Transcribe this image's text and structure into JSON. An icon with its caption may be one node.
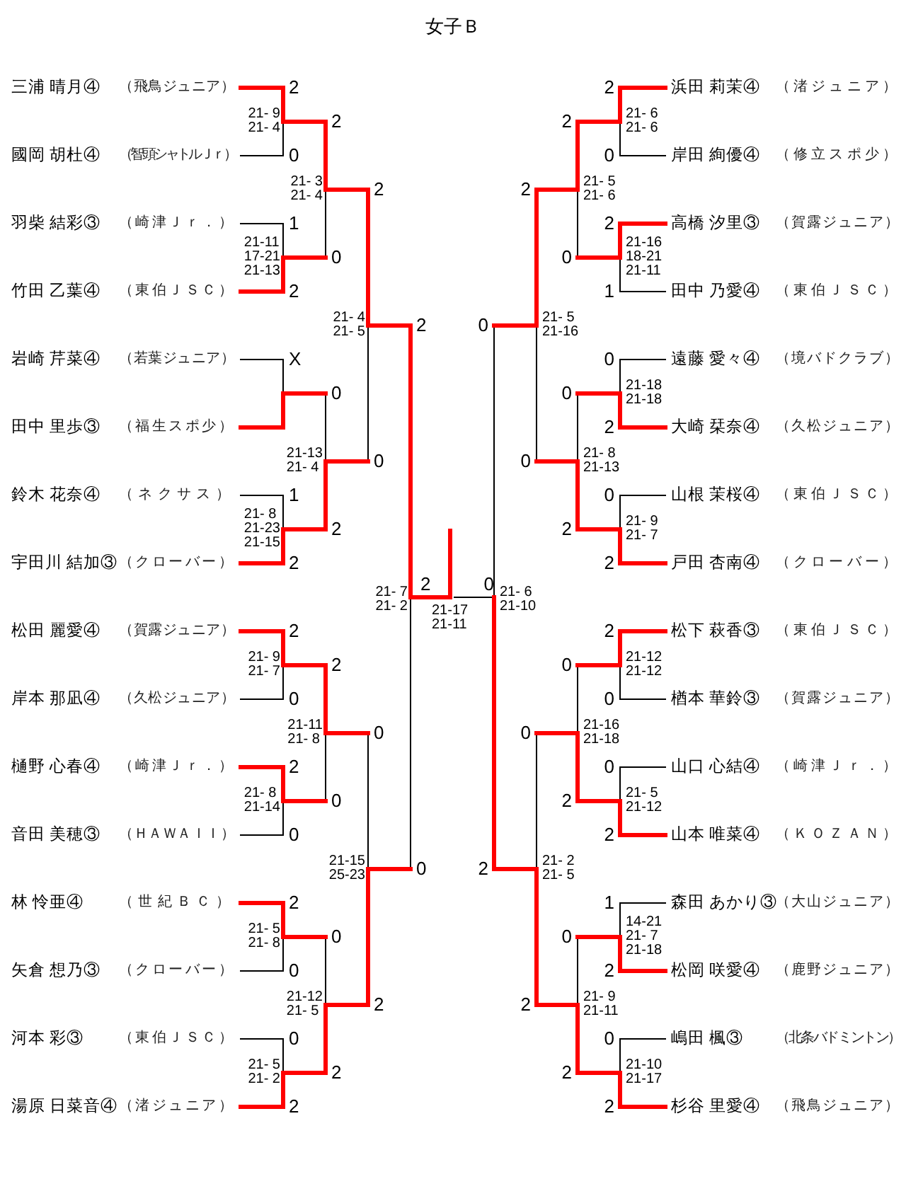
{
  "diagram": {
    "title": "女子Ｂ",
    "nodes": [
      {
        "text": [
          "三浦 晴月④",
          "（飛鳥ジュニア）"
        ]
      },
      {
        "text": [
          "國岡 胡杜④",
          "（智頭シャトルＪｒ）"
        ]
      },
      {
        "text": [
          "羽柴 結彩③",
          "（崎津Ｊｒ．）"
        ]
      },
      {
        "text": [
          "竹田 乙葉④",
          "（東伯ＪＳＣ）"
        ]
      },
      {
        "text": [
          "岩崎 芹菜④",
          "（若葉ジュニア）"
        ]
      },
      {
        "text": [
          "田中 里歩③",
          "（福生スポ少）"
        ]
      },
      {
        "text": [
          "鈴木 花奈④",
          "（ネクサス）"
        ]
      },
      {
        "text": [
          "宇田川 結加③",
          "（クローバー）"
        ]
      },
      {
        "text": [
          "松田 麗愛④",
          "（賀露ジュニア）"
        ]
      },
      {
        "text": [
          "岸本 那凪④",
          "（久松ジュニア）"
        ]
      },
      {
        "text": [
          "樋野 心春④",
          "（崎津Ｊｒ．）"
        ]
      },
      {
        "text": [
          "音田 美穂③",
          "（ＨＡＷＡＩＩ）"
        ]
      },
      {
        "text": [
          "林 怜亜④",
          "（世紀ＢＣ）"
        ]
      },
      {
        "text": [
          "矢倉 想乃③",
          "（クローバー）"
        ]
      },
      {
        "text": [
          "河本 彩③",
          "（東伯ＪＳＣ）"
        ]
      },
      {
        "text": [
          "湯原 日菜音④",
          "（渚ジュニア）"
        ]
      },
      {
        "text": [
          "浜田 莉茉④",
          "（渚ジュニア）"
        ]
      },
      {
        "text": [
          "岸田 絢優④",
          "（修立スポ少）"
        ]
      },
      {
        "text": [
          "高橋 汐里③",
          "（賀露ジュニア）"
        ]
      },
      {
        "text": [
          "田中 乃愛④",
          "（東伯ＪＳＣ）"
        ]
      },
      {
        "text": [
          "遠藤 愛々④",
          "（境バドクラブ）"
        ]
      },
      {
        "text": [
          "大崎 栞奈④",
          "（久松ジュニア）"
        ]
      },
      {
        "text": [
          "山根 茉桜④",
          "（東伯ＪＳＣ）"
        ]
      },
      {
        "text": [
          "戸田 杏南④",
          "（クローバー）"
        ]
      },
      {
        "text": [
          "松下 萩香③",
          "（東伯ＪＳＣ）"
        ]
      },
      {
        "text": [
          "楢本 華鈴③",
          "（賀露ジュニア）"
        ]
      },
      {
        "text": [
          "山口 心結④",
          "（崎津Ｊｒ．）"
        ]
      },
      {
        "text": [
          "山本 唯菜④",
          "（ＫＯＺＡＮ）"
        ]
      },
      {
        "text": [
          "森田 あかり③",
          "（大山ジュニア）"
        ]
      },
      {
        "text": [
          "松岡 咲愛④",
          "（鹿野ジュニア）"
        ]
      },
      {
        "text": [
          "嶋田 楓③",
          "（北条バドミントン）"
        ]
      },
      {
        "text": [
          "杉谷 里愛④",
          "（飛鳥ジュニア）"
        ]
      },
      {
        "text": [
          "2"
        ]
      },
      {
        "text": [
          "0"
        ]
      },
      {
        "text": [
          "1"
        ]
      },
      {
        "text": [
          "2"
        ]
      },
      {
        "text": [
          "X"
        ]
      },
      {
        "text": [
          "1"
        ]
      },
      {
        "text": [
          "2"
        ]
      },
      {
        "text": [
          "2"
        ]
      },
      {
        "text": [
          "0"
        ]
      },
      {
        "text": [
          "2"
        ]
      },
      {
        "text": [
          "0"
        ]
      },
      {
        "text": [
          "2"
        ]
      },
      {
        "text": [
          "0"
        ]
      },
      {
        "text": [
          "0"
        ]
      },
      {
        "text": [
          "2"
        ]
      },
      {
        "text": [
          "2"
        ],
        "beside": [
          "21- 9",
          "21- 4"
        ]
      },
      {
        "text": [
          "0"
        ],
        "beside": [
          "21-11",
          "17-21",
          "21-13"
        ]
      },
      {
        "text": [
          "0"
        ]
      },
      {
        "text": [
          "2"
        ],
        "beside": [
          "21- 8",
          "21-23",
          "21-15"
        ]
      },
      {
        "text": [
          "2"
        ],
        "beside": [
          "21- 9",
          "21- 7"
        ]
      },
      {
        "text": [
          "0"
        ],
        "beside": [
          "21- 8",
          "21-14"
        ]
      },
      {
        "text": [
          "0"
        ],
        "beside": [
          "21- 5",
          "21- 8"
        ]
      },
      {
        "text": [
          "2"
        ],
        "beside": [
          "21- 5",
          "21- 2"
        ]
      },
      {
        "text": [
          "2"
        ],
        "beside": [
          "21- 3",
          "21- 4"
        ]
      },
      {
        "text": [
          "0"
        ],
        "beside": [
          "21-13",
          "21- 4"
        ]
      },
      {
        "text": [
          "0"
        ],
        "beside": [
          "21-11",
          "21- 8"
        ]
      },
      {
        "text": [
          "2"
        ],
        "beside": [
          "21-12",
          "21- 5"
        ]
      },
      {
        "text": [
          "2"
        ],
        "beside": [
          "21- 4",
          "21- 5"
        ]
      },
      {
        "text": [
          "0"
        ],
        "beside": [
          "21-15",
          "25-23"
        ]
      },
      {
        "text": [
          "2"
        ],
        "beside": [
          "21- 7",
          "21- 2"
        ]
      },
      {
        "text": [
          "2"
        ]
      },
      {
        "text": [
          "0"
        ]
      },
      {
        "text": [
          "2"
        ]
      },
      {
        "text": [
          "1"
        ]
      },
      {
        "text": [
          "0"
        ]
      },
      {
        "text": [
          "2"
        ]
      },
      {
        "text": [
          "0"
        ]
      },
      {
        "text": [
          "2"
        ]
      },
      {
        "text": [
          "2"
        ]
      },
      {
        "text": [
          "0"
        ]
      },
      {
        "text": [
          "0"
        ]
      },
      {
        "text": [
          "2"
        ]
      },
      {
        "text": [
          "1"
        ]
      },
      {
        "text": [
          "2"
        ]
      },
      {
        "text": [
          "0"
        ]
      },
      {
        "text": [
          "2"
        ]
      },
      {
        "text": [
          "2"
        ],
        "beside": [
          "21- 6",
          "21- 6"
        ]
      },
      {
        "text": [
          "0"
        ],
        "beside": [
          "21-16",
          "18-21",
          "21-11"
        ]
      },
      {
        "text": [
          "0"
        ],
        "beside": [
          "21-18",
          "21-18"
        ]
      },
      {
        "text": [
          "2"
        ],
        "beside": [
          "21- 9",
          "21- 7"
        ]
      },
      {
        "text": [
          "0"
        ],
        "beside": [
          "21-12",
          "21-12"
        ]
      },
      {
        "text": [
          "2"
        ],
        "beside": [
          "21- 5",
          "21-12"
        ]
      },
      {
        "text": [
          "0"
        ],
        "beside": [
          "14-21",
          "21- 7",
          "21-18"
        ]
      },
      {
        "text": [
          "2"
        ],
        "beside": [
          "21-10",
          "21-17"
        ]
      },
      {
        "text": [
          "2"
        ],
        "beside": [
          "21- 5",
          "21- 6"
        ]
      },
      {
        "text": [
          "0"
        ],
        "beside": [
          "21- 8",
          "21-13"
        ]
      },
      {
        "text": [
          "0"
        ],
        "beside": [
          "21-16",
          "21-18"
        ]
      },
      {
        "text": [
          "2"
        ],
        "beside": [
          "21- 9",
          "21-11"
        ]
      },
      {
        "text": [
          "0"
        ],
        "beside": [
          "21- 5",
          "21-16"
        ]
      },
      {
        "text": [
          "2"
        ],
        "beside": [
          "21- 2",
          "21- 5"
        ]
      },
      {
        "text": [
          "0"
        ],
        "beside": [
          "21- 6",
          "21-10"
        ]
      }
    ],
    "edges": [
      {
        "from": 0,
        "to": 32,
        "arrow": "none",
        "style": "thick",
        "color": "#ff0000"
      },
      {
        "from": 1,
        "to": 33,
        "arrow": "none",
        "color": "#000000"
      },
      {
        "from": 2,
        "to": 34,
        "arrow": "none",
        "color": "#000000"
      },
      {
        "from": 3,
        "to": 35,
        "arrow": "none",
        "style": "thick",
        "color": "#ff0000"
      },
      {
        "from": 4,
        "to": 36,
        "arrow": "none",
        "color": "#000000"
      },
      {
        "from": 5,
        "to": 49,
        "arrow": "none",
        "style": "thick",
        "color": "#ff0000"
      },
      {
        "from": 6,
        "to": 37,
        "arrow": "none",
        "color": "#000000"
      },
      {
        "from": 7,
        "to": 38,
        "arrow": "none",
        "style": "thick",
        "color": "#ff0000"
      },
      {
        "from": 8,
        "to": 39,
        "arrow": "none",
        "style": "thick",
        "color": "#ff0000"
      },
      {
        "from": 9,
        "to": 40,
        "arrow": "none",
        "color": "#000000"
      },
      {
        "from": 10,
        "to": 41,
        "arrow": "none",
        "style": "thick",
        "color": "#ff0000"
      },
      {
        "from": 11,
        "to": 42,
        "arrow": "none",
        "color": "#000000"
      },
      {
        "from": 12,
        "to": 43,
        "arrow": "none",
        "style": "thick",
        "color": "#ff0000"
      },
      {
        "from": 13,
        "to": 44,
        "arrow": "none",
        "color": "#000000"
      },
      {
        "from": 14,
        "to": 45,
        "arrow": "none",
        "color": "#000000"
      },
      {
        "from": 15,
        "to": 46,
        "arrow": "none",
        "style": "thick",
        "color": "#ff0000"
      },
      {
        "from": 32,
        "to": 47,
        "arrow": "none",
        "style": "thick",
        "color": "#ff0000"
      },
      {
        "from": 33,
        "to": 47,
        "arrow": "none",
        "color": "#000000"
      },
      {
        "from": 34,
        "to": 48,
        "arrow": "none",
        "color": "#000000"
      },
      {
        "from": 35,
        "to": 48,
        "arrow": "none",
        "style": "thick",
        "color": "#ff0000"
      },
      {
        "from": 36,
        "to": 49,
        "arrow": "none",
        "color": "#000000"
      },
      {
        "from": 37,
        "to": 50,
        "arrow": "none",
        "color": "#000000"
      },
      {
        "from": 38,
        "to": 50,
        "arrow": "none",
        "style": "thick",
        "color": "#ff0000"
      },
      {
        "from": 39,
        "to": 51,
        "arrow": "none",
        "style": "thick",
        "color": "#ff0000"
      },
      {
        "from": 40,
        "to": 51,
        "arrow": "none",
        "color": "#000000"
      },
      {
        "from": 41,
        "to": 52,
        "arrow": "none",
        "style": "thick",
        "color": "#ff0000"
      },
      {
        "from": 42,
        "to": 52,
        "arrow": "none",
        "color": "#000000"
      },
      {
        "from": 43,
        "to": 53,
        "arrow": "none",
        "style": "thick",
        "color": "#ff0000"
      },
      {
        "from": 44,
        "to": 53,
        "arrow": "none",
        "color": "#000000"
      },
      {
        "from": 45,
        "to": 54,
        "arrow": "none",
        "color": "#000000"
      },
      {
        "from": 46,
        "to": 54,
        "arrow": "none",
        "style": "thick",
        "color": "#ff0000"
      },
      {
        "from": 47,
        "to": 55,
        "arrow": "none",
        "style": "thick",
        "color": "#ff0000"
      },
      {
        "from": 48,
        "to": 55,
        "arrow": "none",
        "color": "#000000"
      },
      {
        "from": 49,
        "to": 56,
        "arrow": "none",
        "color": "#000000"
      },
      {
        "from": 50,
        "to": 56,
        "arrow": "none",
        "style": "thick",
        "color": "#ff0000"
      },
      {
        "from": 51,
        "to": 57,
        "arrow": "none",
        "style": "thick",
        "color": "#ff0000"
      },
      {
        "from": 52,
        "to": 57,
        "arrow": "none",
        "color": "#000000"
      },
      {
        "from": 53,
        "to": 58,
        "arrow": "none",
        "color": "#000000"
      },
      {
        "from": 54,
        "to": 58,
        "arrow": "none",
        "style": "thick",
        "color": "#ff0000"
      },
      {
        "from": 55,
        "to": 59,
        "arrow": "none",
        "style": "thick",
        "color": "#ff0000"
      },
      {
        "from": 56,
        "to": 59,
        "arrow": "none",
        "color": "#000000"
      },
      {
        "from": 57,
        "to": 60,
        "arrow": "none",
        "color": "#000000"
      },
      {
        "from": 58,
        "to": 60,
        "arrow": "none",
        "style": "thick",
        "color": "#ff0000"
      },
      {
        "from": 59,
        "to": 61,
        "arrow": "none",
        "style": "thick",
        "color": "#ff0000"
      },
      {
        "from": 60,
        "to": 61,
        "arrow": "none",
        "color": "#000000"
      },
      {
        "from": 61,
        "to": null,
        "arrow": "none",
        "style": "thick",
        "color": "#ff0000"
      },
      {
        "from": 16,
        "to": 62,
        "arrow": "none",
        "style": "thick",
        "color": "#ff0000"
      },
      {
        "from": 17,
        "to": 63,
        "arrow": "none",
        "color": "#000000"
      },
      {
        "from": 18,
        "to": 64,
        "arrow": "none",
        "style": "thick",
        "color": "#ff0000"
      },
      {
        "from": 19,
        "to": 65,
        "arrow": "none",
        "color": "#000000"
      },
      {
        "from": 20,
        "to": 66,
        "arrow": "none",
        "color": "#000000"
      },
      {
        "from": 21,
        "to": 67,
        "arrow": "none",
        "style": "thick",
        "color": "#ff0000"
      },
      {
        "from": 22,
        "to": 68,
        "arrow": "none",
        "color": "#000000"
      },
      {
        "from": 23,
        "to": 69,
        "arrow": "none",
        "style": "thick",
        "color": "#ff0000"
      },
      {
        "from": 24,
        "to": 70,
        "arrow": "none",
        "style": "thick",
        "color": "#ff0000"
      },
      {
        "from": 25,
        "to": 71,
        "arrow": "none",
        "color": "#000000"
      },
      {
        "from": 26,
        "to": 72,
        "arrow": "none",
        "color": "#000000"
      },
      {
        "from": 27,
        "to": 73,
        "arrow": "none",
        "style": "thick",
        "color": "#ff0000"
      },
      {
        "from": 28,
        "to": 74,
        "arrow": "none",
        "color": "#000000"
      },
      {
        "from": 29,
        "to": 75,
        "arrow": "none",
        "style": "thick",
        "color": "#ff0000"
      },
      {
        "from": 30,
        "to": 76,
        "arrow": "none",
        "color": "#000000"
      },
      {
        "from": 31,
        "to": 77,
        "arrow": "none",
        "style": "thick",
        "color": "#ff0000"
      },
      {
        "from": 62,
        "to": 78,
        "arrow": "none",
        "style": "thick",
        "color": "#ff0000"
      },
      {
        "from": 63,
        "to": 78,
        "arrow": "none",
        "color": "#000000"
      },
      {
        "from": 64,
        "to": 79,
        "arrow": "none",
        "style": "thick",
        "color": "#ff0000"
      },
      {
        "from": 65,
        "to": 79,
        "arrow": "none",
        "color": "#000000"
      },
      {
        "from": 66,
        "to": 80,
        "arrow": "none",
        "color": "#000000"
      },
      {
        "from": 67,
        "to": 80,
        "arrow": "none",
        "style": "thick",
        "color": "#ff0000"
      },
      {
        "from": 68,
        "to": 81,
        "arrow": "none",
        "color": "#000000"
      },
      {
        "from": 69,
        "to": 81,
        "arrow": "none",
        "style": "thick",
        "color": "#ff0000"
      },
      {
        "from": 70,
        "to": 82,
        "arrow": "none",
        "style": "thick",
        "color": "#ff0000"
      },
      {
        "from": 71,
        "to": 82,
        "arrow": "none",
        "color": "#000000"
      },
      {
        "from": 72,
        "to": 83,
        "arrow": "none",
        "color": "#000000"
      },
      {
        "from": 73,
        "to": 83,
        "arrow": "none",
        "style": "thick",
        "color": "#ff0000"
      },
      {
        "from": 74,
        "to": 84,
        "arrow": "none",
        "color": "#000000"
      },
      {
        "from": 75,
        "to": 84,
        "arrow": "none",
        "style": "thick",
        "color": "#ff0000"
      },
      {
        "from": 76,
        "to": 85,
        "arrow": "none",
        "color": "#000000"
      },
      {
        "from": 77,
        "to": 85,
        "arrow": "none",
        "style": "thick",
        "color": "#ff0000"
      },
      {
        "from": 78,
        "to": 86,
        "arrow": "none",
        "style": "thick",
        "color": "#ff0000"
      },
      {
        "from": 79,
        "to": 86,
        "arrow": "none",
        "color": "#000000"
      },
      {
        "from": 80,
        "to": 87,
        "arrow": "none",
        "color": "#000000"
      },
      {
        "from": 81,
        "to": 87,
        "arrow": "none",
        "style": "thick",
        "color": "#ff0000"
      },
      {
        "from": 82,
        "to": 88,
        "arrow": "none",
        "color": "#000000"
      },
      {
        "from": 83,
        "to": 88,
        "arrow": "none",
        "style": "thick",
        "color": "#ff0000"
      },
      {
        "from": 84,
        "to": 89,
        "arrow": "none",
        "color": "#000000"
      },
      {
        "from": 85,
        "to": 89,
        "arrow": "none",
        "style": "thick",
        "color": "#ff0000"
      },
      {
        "from": 86,
        "to": 90,
        "arrow": "none",
        "style": "thick",
        "color": "#ff0000"
      },
      {
        "from": 87,
        "to": 90,
        "arrow": "none",
        "color": "#000000"
      },
      {
        "from": 88,
        "to": 91,
        "arrow": "none",
        "color": "#000000"
      },
      {
        "from": 89,
        "to": 91,
        "arrow": "none",
        "style": "thick",
        "color": "#ff0000"
      },
      {
        "from": 90,
        "to": 92,
        "arrow": "none",
        "color": "#000000"
      },
      {
        "from": 91,
        "to": 92,
        "arrow": "none",
        "style": "thick",
        "color": "#ff0000"
      }
    ],
    "labels": [
      "21-17",
      "21-11"
    ]
  }
}
